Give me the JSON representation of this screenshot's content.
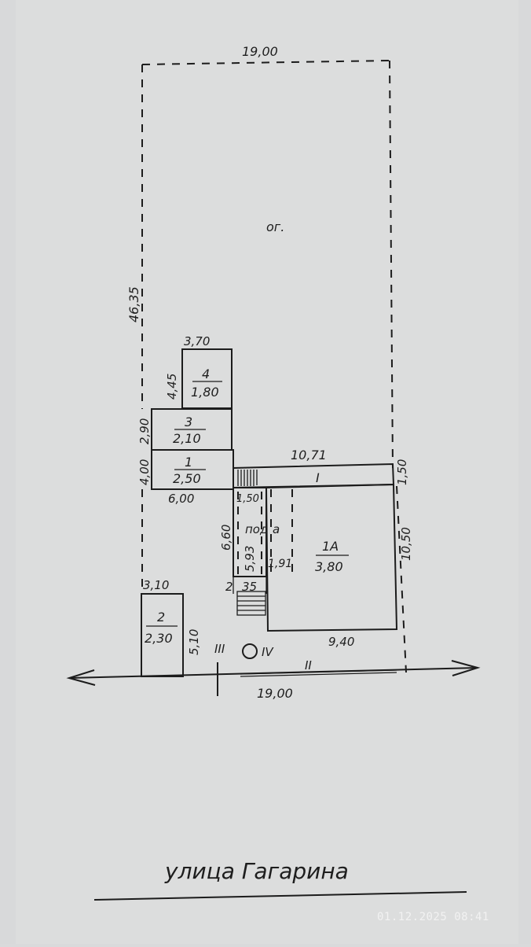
{
  "plan": {
    "plot_width_top": "19,00",
    "plot_width_bottom": "19,00",
    "plot_length": "46,35",
    "garden_label": "ог.",
    "building_4": {
      "width": "3,70",
      "length": "4,45",
      "id": "4",
      "height": "1,80"
    },
    "building_3": {
      "length": "2,90",
      "id": "3",
      "height": "2,10"
    },
    "building_1": {
      "length": "4,00",
      "id": "1",
      "height": "2,50",
      "width": "6,00"
    },
    "shed_I": {
      "length": "10,71",
      "id": "I",
      "width": "1,50"
    },
    "veranda": {
      "label": "а",
      "label_2": "под",
      "top": "1,50",
      "length": "5,93",
      "width": "1,91",
      "outer_length": "6,60",
      "porch_w": "2",
      "porch_l": "35"
    },
    "building_1A": {
      "id": "1А",
      "height": "3,80",
      "width": "9,40",
      "length": "10,50"
    },
    "building_2": {
      "width": "3,10",
      "id": "2",
      "height": "2,30",
      "length": "5,10"
    },
    "gate_III": "III",
    "well_IV": "IV",
    "fence_II": "II",
    "street_name": "улица Гагарина"
  },
  "timestamp": "01.12.2025  08:41"
}
